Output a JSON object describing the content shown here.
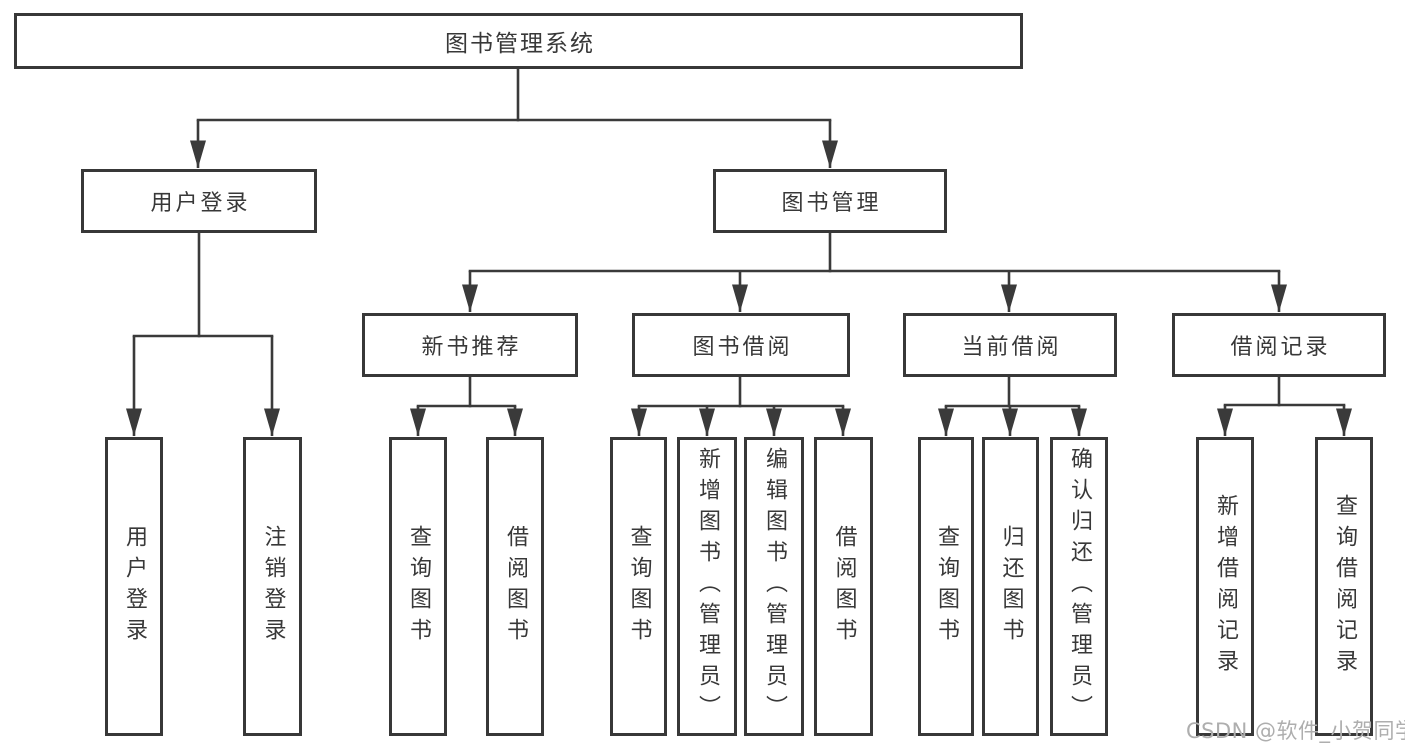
{
  "diagram": {
    "title": "图书管理系统",
    "nodes": {
      "root": "图书管理系统",
      "user_login": "用户登录",
      "book_management": "图书管理",
      "new_book_rec": "新书推荐",
      "book_borrow": "图书借阅",
      "current_borrow": "当前借阅",
      "borrow_record": "借阅记录",
      "leaves": {
        "user_login": [
          "用户登录",
          "注销登录"
        ],
        "new_book_rec": [
          "查询图书",
          "借阅图书"
        ],
        "book_borrow": [
          "查询图书",
          "新增图书（管理员）",
          "编辑图书（管理员）",
          "借阅图书"
        ],
        "current_borrow": [
          "查询图书",
          "归还图书",
          "确认归还（管理员）"
        ],
        "borrow_record": [
          "新增借阅记录",
          "查询借阅记录"
        ]
      }
    },
    "colors": {
      "line": "#3a3a3a",
      "box_border": "#383838",
      "text": "#383838",
      "background": "#ffffff",
      "watermark": "#aeaeae"
    }
  },
  "watermark": {
    "text": "CSDN @软件_小贺同学"
  }
}
